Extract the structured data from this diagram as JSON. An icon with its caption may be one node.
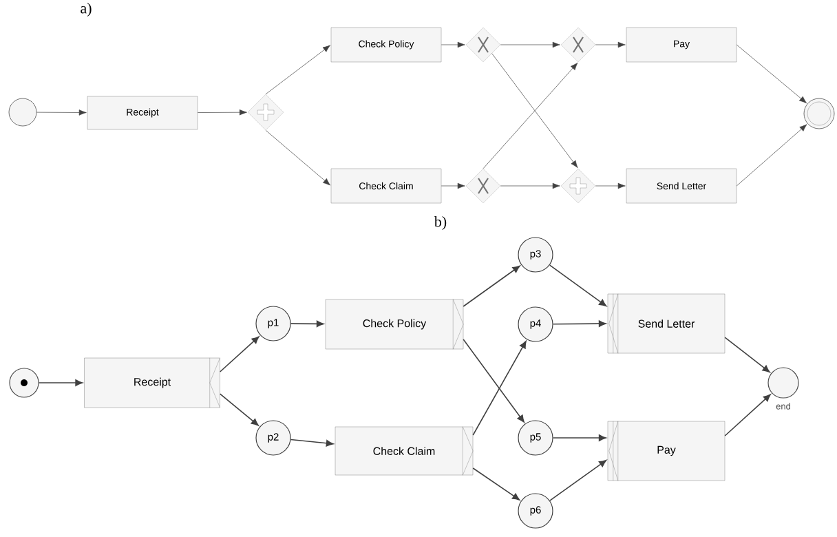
{
  "diagram": {
    "nodes": [
      {
        "text": [],
        "shape": "circle"
      },
      {
        "text": [
          "Receipt"
        ]
      },
      {
        "text": [],
        "shape": "diamond"
      },
      {
        "text": [
          "Check Policy"
        ]
      },
      {
        "text": [
          "Check Claim"
        ]
      },
      {
        "text": [],
        "shape": "diamond"
      },
      {
        "text": [],
        "shape": "diamond"
      },
      {
        "text": [],
        "shape": "diamond"
      },
      {
        "text": [],
        "shape": "diamond"
      },
      {
        "text": [
          "Pay"
        ]
      },
      {
        "text": [
          "Send Letter"
        ]
      },
      {
        "text": [],
        "shape": "circle"
      },
      {
        "text": [],
        "shape": "circle"
      },
      {
        "text": [
          "Receipt"
        ]
      },
      {
        "text": [
          "p1"
        ]
      },
      {
        "text": [
          "p2"
        ]
      },
      {
        "text": [
          "Check Policy"
        ]
      },
      {
        "text": [
          "Check Claim"
        ]
      },
      {
        "text": [
          "p3"
        ]
      },
      {
        "text": [
          "p4"
        ]
      },
      {
        "text": [
          "p5"
        ]
      },
      {
        "text": [
          "p6"
        ]
      },
      {
        "text": [
          "Send Letter"
        ]
      },
      {
        "text": [
          "Pay"
        ]
      },
      {
        "text": [],
        "shape": "circle",
        "beside": [
          "end"
        ]
      }
    ],
    "edges": [
      {
        "from": 0,
        "to": 1,
        "arrow": "to"
      },
      {
        "from": 1,
        "to": 2,
        "arrow": "to"
      },
      {
        "from": 2,
        "to": 3,
        "arrow": "to"
      },
      {
        "from": 2,
        "to": 4,
        "arrow": "to"
      },
      {
        "from": 3,
        "to": 5,
        "arrow": "to"
      },
      {
        "from": 4,
        "to": 6,
        "arrow": "to"
      },
      {
        "from": 5,
        "to": 7,
        "arrow": "to"
      },
      {
        "from": 5,
        "to": 8,
        "arrow": "to"
      },
      {
        "from": 6,
        "to": 7,
        "arrow": "to"
      },
      {
        "from": 6,
        "to": 8,
        "arrow": "to"
      },
      {
        "from": 7,
        "to": 9,
        "arrow": "to"
      },
      {
        "from": 8,
        "to": 10,
        "arrow": "to"
      },
      {
        "from": 9,
        "to": 11,
        "arrow": "to"
      },
      {
        "from": 10,
        "to": 11,
        "arrow": "to"
      },
      {
        "from": 12,
        "to": 13,
        "arrow": "to"
      },
      {
        "from": 13,
        "to": 14,
        "arrow": "to"
      },
      {
        "from": 13,
        "to": 15,
        "arrow": "to"
      },
      {
        "from": 14,
        "to": 16,
        "arrow": "to"
      },
      {
        "from": 15,
        "to": 17,
        "arrow": "to"
      },
      {
        "from": 16,
        "to": 18,
        "arrow": "to"
      },
      {
        "from": 16,
        "to": 20,
        "arrow": "to"
      },
      {
        "from": 17,
        "to": 19,
        "arrow": "to"
      },
      {
        "from": 17,
        "to": 21,
        "arrow": "to"
      },
      {
        "from": 18,
        "to": 22,
        "arrow": "to"
      },
      {
        "from": 19,
        "to": 22,
        "arrow": "to"
      },
      {
        "from": 20,
        "to": 23,
        "arrow": "to"
      },
      {
        "from": 21,
        "to": 23,
        "arrow": "to"
      },
      {
        "from": 22,
        "to": 24,
        "arrow": "to"
      },
      {
        "from": 23,
        "to": 24,
        "arrow": "to"
      }
    ],
    "labels": [
      "a)",
      "b)"
    ]
  }
}
